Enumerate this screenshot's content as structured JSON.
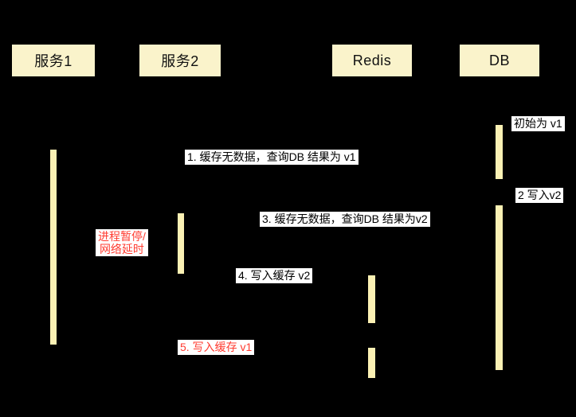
{
  "diagram": {
    "type": "sequence-diagram",
    "participants": [
      {
        "id": "service1",
        "label": "服务1"
      },
      {
        "id": "service2",
        "label": "服务2"
      },
      {
        "id": "redis",
        "label": "Redis"
      },
      {
        "id": "db",
        "label": "DB"
      }
    ],
    "annotations": {
      "initial": "初始为 v1",
      "msg1": "1. 缓存无数据，查询DB 结果为 v1",
      "msg2": "2 写入v2",
      "msg3": "3. 缓存无数据，查询DB 结果为v2",
      "msg4": "4. 写入缓存 v2",
      "msg5": "5. 写入缓存 v1",
      "pause_line1": "进程暂停/",
      "pause_line2": "网络延时"
    },
    "activations": {
      "service1": 1,
      "service2": 1,
      "redis": 2,
      "db": 2
    },
    "colors": {
      "background": "#000000",
      "participant_fill": "#FAF3CB",
      "activation_fill": "#FBF1B4",
      "label_bg": "#FFFFFF",
      "label_text": "#000000",
      "alert_text": "#FF3B30"
    }
  }
}
